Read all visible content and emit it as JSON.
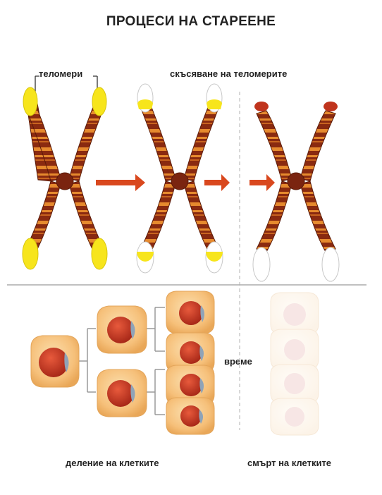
{
  "title": "ПРОЦЕСИ НА СТАРЕЕНЕ",
  "labels": {
    "telomeres": "теломери",
    "telomere_shortening": "скъсяване на теломерите",
    "time": "време",
    "cell_division": "деление на клетките",
    "cell_death": "смърт на клетките"
  },
  "colors": {
    "chromatid": "#8a2a10",
    "band": "#e68a2e",
    "telomere": "#f7e51c",
    "telomere_short": "#c0341d",
    "arrow": "#d9481e",
    "cell": "#f6c07a",
    "nucleus": "#c2361f",
    "divider": "#999999"
  }
}
